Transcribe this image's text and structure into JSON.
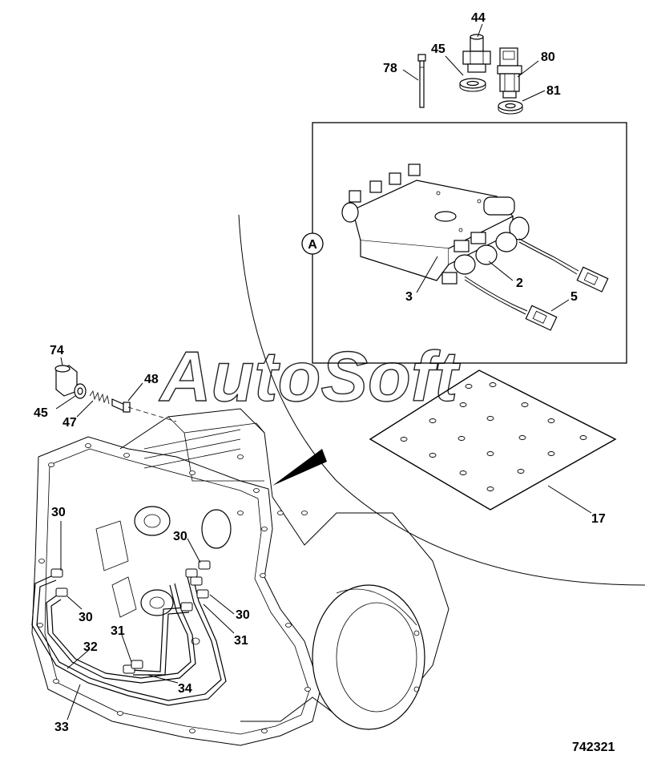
{
  "watermark": "AutoSoft",
  "drawing_number": "742321",
  "detail_marker": "A",
  "callouts": [
    {
      "id": "c44",
      "text": "44"
    },
    {
      "id": "c45a",
      "text": "45"
    },
    {
      "id": "c78",
      "text": "78"
    },
    {
      "id": "c80",
      "text": "80"
    },
    {
      "id": "c81",
      "text": "81"
    },
    {
      "id": "c3",
      "text": "3"
    },
    {
      "id": "c2",
      "text": "2"
    },
    {
      "id": "c5",
      "text": "5"
    },
    {
      "id": "c74",
      "text": "74"
    },
    {
      "id": "c48",
      "text": "48"
    },
    {
      "id": "c45b",
      "text": "45"
    },
    {
      "id": "c47",
      "text": "47"
    },
    {
      "id": "c17",
      "text": "17"
    },
    {
      "id": "c30a",
      "text": "30"
    },
    {
      "id": "c30b",
      "text": "30"
    },
    {
      "id": "c30c",
      "text": "30"
    },
    {
      "id": "c30d",
      "text": "30"
    },
    {
      "id": "c31a",
      "text": "31"
    },
    {
      "id": "c31b",
      "text": "31"
    },
    {
      "id": "c32",
      "text": "32"
    },
    {
      "id": "c34",
      "text": "34"
    },
    {
      "id": "c33",
      "text": "33"
    }
  ]
}
